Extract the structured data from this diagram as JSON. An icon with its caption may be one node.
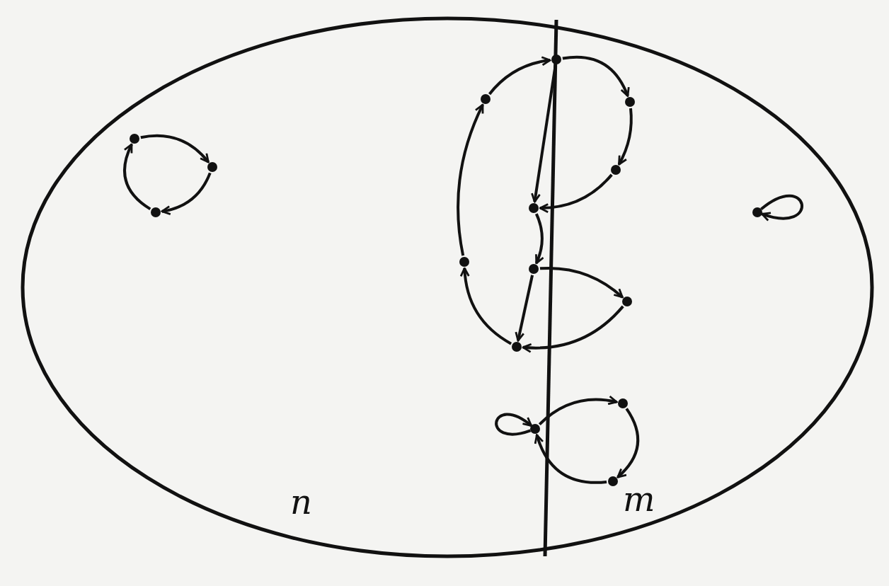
{
  "diagram": {
    "nodes": [
      {
        "text": [],
        "shape": "circle"
      },
      {
        "text": [],
        "shape": "circle"
      },
      {
        "text": [],
        "shape": "circle"
      },
      {
        "text": [],
        "shape": "circle"
      },
      {
        "text": [],
        "shape": "circle"
      },
      {
        "text": [],
        "shape": "circle"
      },
      {
        "text": [],
        "shape": "circle"
      },
      {
        "text": [],
        "shape": "circle"
      },
      {
        "text": [],
        "shape": "circle"
      },
      {
        "text": [],
        "shape": "circle"
      },
      {
        "text": [],
        "shape": "circle"
      },
      {
        "text": [],
        "shape": "circle"
      },
      {
        "text": [],
        "shape": "circle"
      },
      {
        "text": [],
        "shape": "circle"
      },
      {
        "text": [],
        "shape": "circle"
      },
      {
        "text": [],
        "shape": "circle"
      }
    ],
    "edges": [
      {
        "from": 0,
        "to": 1,
        "arrow": "to"
      },
      {
        "from": 1,
        "to": 2,
        "arrow": "to"
      },
      {
        "from": 2,
        "to": 0,
        "arrow": "to"
      },
      {
        "from": 4,
        "to": 3,
        "arrow": "to"
      },
      {
        "from": 3,
        "to": 5,
        "arrow": "to"
      },
      {
        "from": 5,
        "to": 6,
        "arrow": "to"
      },
      {
        "from": 6,
        "to": 7,
        "arrow": "to"
      },
      {
        "from": 3,
        "to": 7,
        "arrow": "to"
      },
      {
        "from": 7,
        "to": 8,
        "arrow": "to"
      },
      {
        "from": 8,
        "to": 11,
        "arrow": "to"
      },
      {
        "from": 8,
        "to": 10,
        "arrow": "to"
      },
      {
        "from": 10,
        "to": 11,
        "arrow": "to"
      },
      {
        "from": 11,
        "to": 9,
        "arrow": "to"
      },
      {
        "from": 9,
        "to": 4,
        "arrow": "to"
      },
      {
        "from": 12,
        "to": 12,
        "arrow": "to"
      },
      {
        "from": 14,
        "to": 14,
        "arrow": "to"
      },
      {
        "from": 14,
        "to": 13,
        "arrow": "to"
      },
      {
        "from": 13,
        "to": 15,
        "arrow": "to"
      },
      {
        "from": 15,
        "to": 14,
        "arrow": "to"
      }
    ],
    "labels": [
      "n",
      "m"
    ]
  }
}
